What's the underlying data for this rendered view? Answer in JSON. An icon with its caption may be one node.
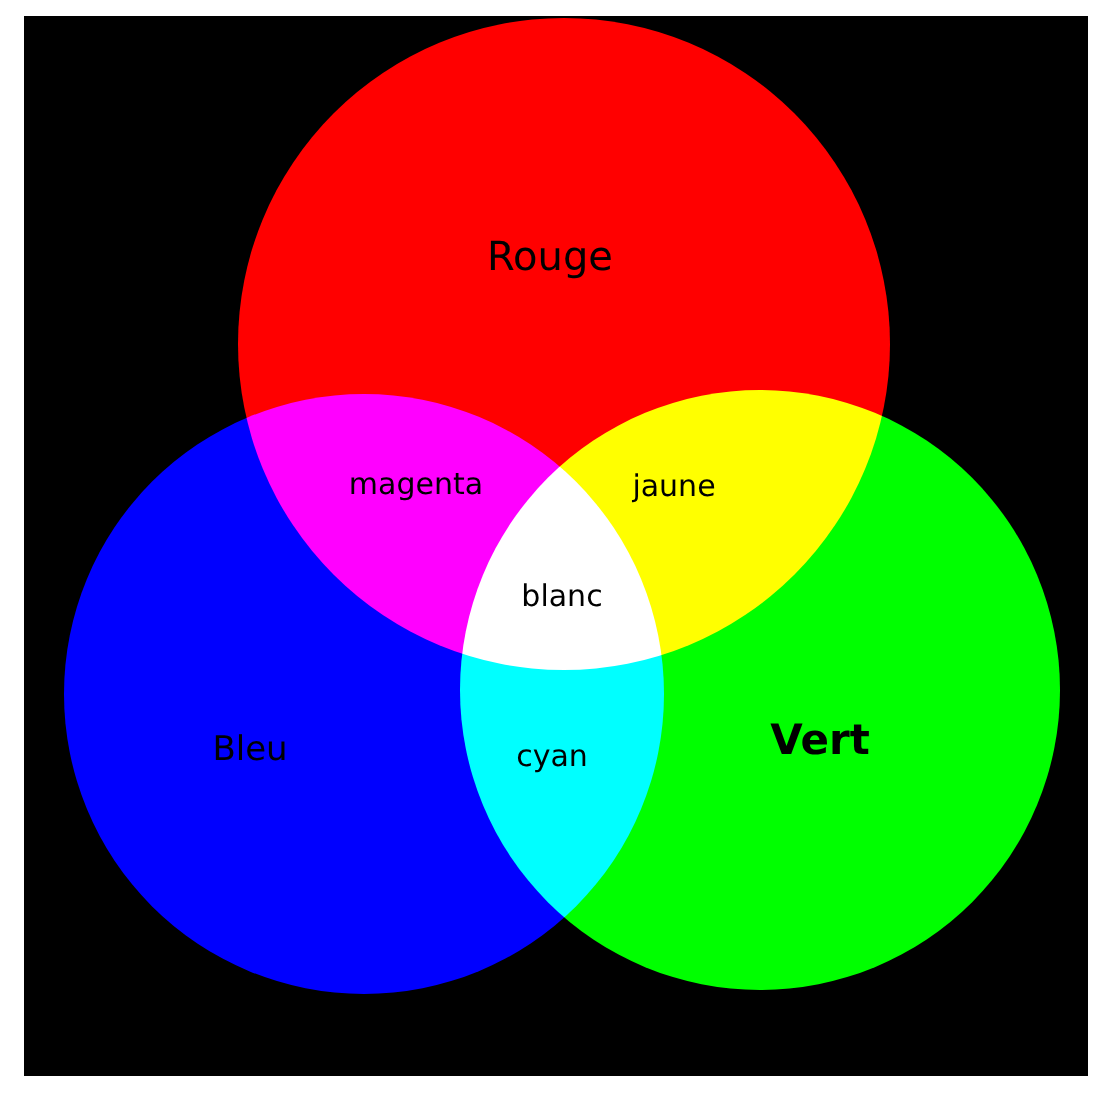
{
  "diagram": {
    "nodes": [
      {
        "text": [
          "Rouge"
        ]
      },
      {
        "text": [
          "Bleu"
        ]
      },
      {
        "text": [
          "Vert"
        ]
      }
    ],
    "labels": [
      "magenta",
      "jaune",
      "blanc",
      "cyan"
    ]
  }
}
